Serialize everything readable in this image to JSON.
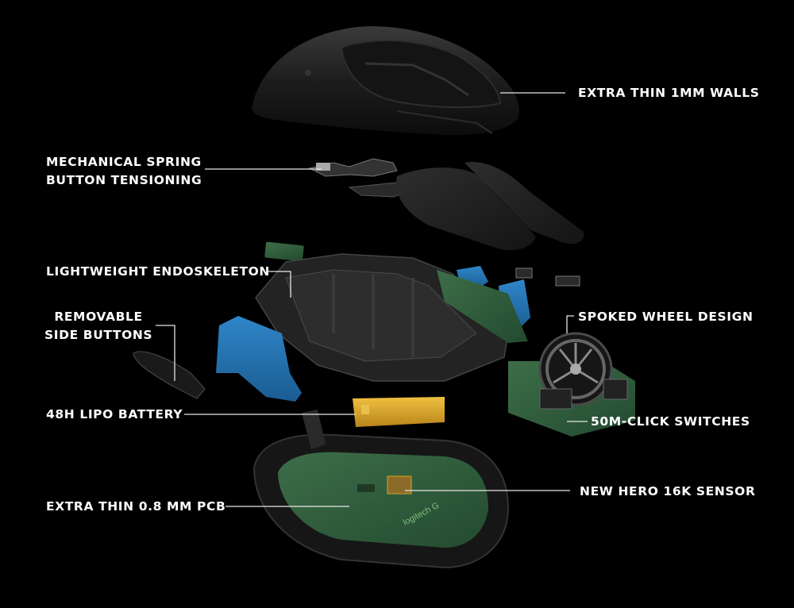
{
  "callouts": {
    "walls": [
      "EXTRA THIN 1MM WALLS"
    ],
    "spring": [
      "MECHANICAL SPRING",
      "BUTTON TENSIONING"
    ],
    "endoskeleton": [
      "LIGHTWEIGHT ENDOSKELETON"
    ],
    "side_buttons": [
      "REMOVABLE",
      "SIDE BUTTONS"
    ],
    "wheel": [
      "SPOKED WHEEL DESIGN"
    ],
    "battery": [
      "48H LIPO BATTERY"
    ],
    "switches": [
      "50M-CLICK SWITCHES"
    ],
    "sensor": [
      "NEW HERO 16K SENSOR"
    ],
    "pcb": [
      "EXTRA THIN 0.8 MM PCB"
    ]
  },
  "brand": {
    "logo_text": "logitech G"
  },
  "colors": {
    "background": "#000000",
    "shell": "#1c1c1c",
    "skeleton": "#2a2a2a",
    "side_parts": "#1f6fb0",
    "pcb": "#2e5a3a",
    "battery": "#d9a520",
    "text": "#ffffff"
  }
}
